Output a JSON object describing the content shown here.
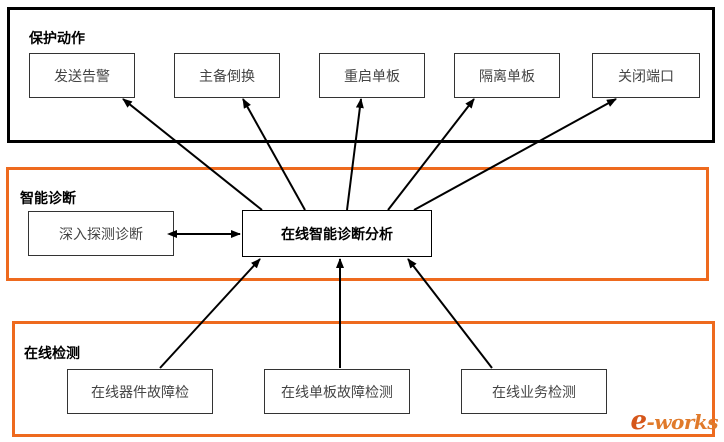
{
  "sections": {
    "protect": {
      "title": "保护动作"
    },
    "diagnosis": {
      "title": "智能诊断"
    },
    "online": {
      "title": "在线检测"
    }
  },
  "protect_actions": [
    "发送告警",
    "主备倒换",
    "重启单板",
    "隔离单板",
    "关闭端口"
  ],
  "diagnosis": {
    "deep_probe": "深入探测诊断",
    "core": "在线智能诊断分析"
  },
  "online_checks": [
    "在线器件故障检",
    "在线单板故障检测",
    "在线业务检测"
  ],
  "watermark": {
    "e": "e",
    "rest": "-works"
  },
  "colors": {
    "frame_black": "#000000",
    "frame_orange": "#ee6a1e"
  }
}
